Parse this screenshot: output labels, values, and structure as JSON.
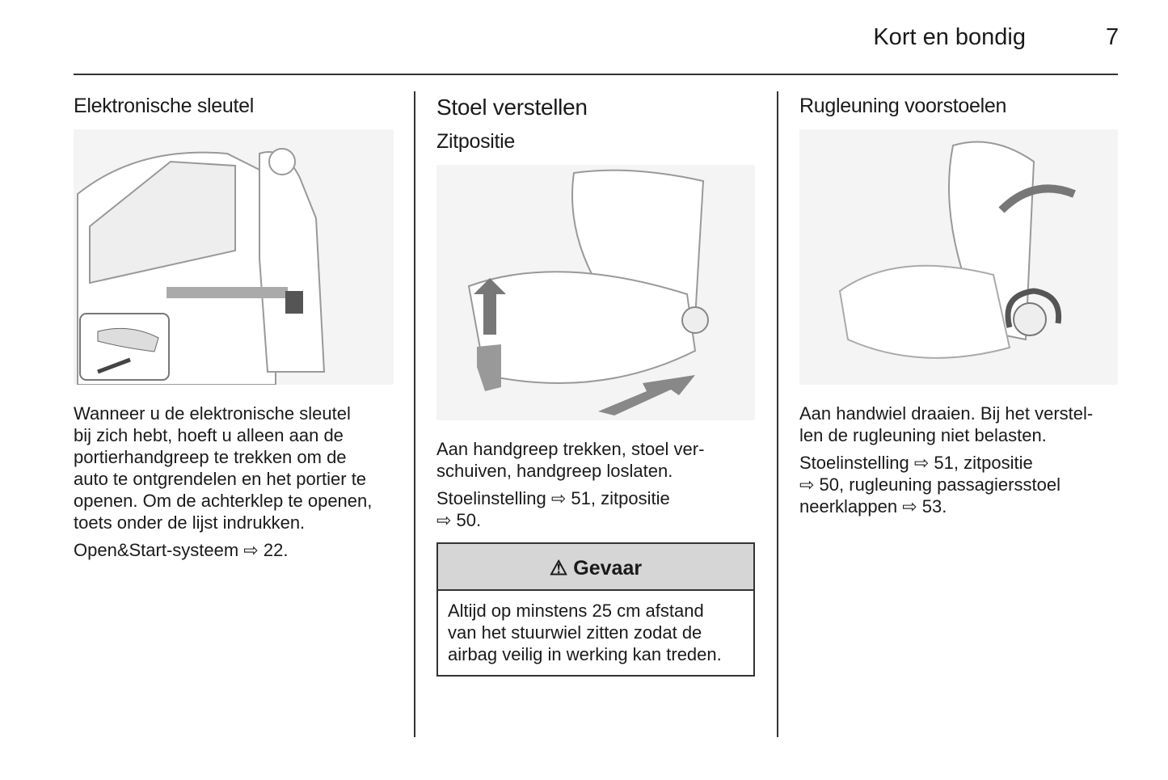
{
  "header": {
    "title": "Kort en bondig",
    "page_number": "7"
  },
  "columns": [
    {
      "heading": "Elektronische sleutel",
      "paragraphs": [
        [
          "Wanneer u de elektronische sleutel",
          "bij zich hebt, hoeft u alleen aan de",
          "portierhandgreep te trekken om de",
          "auto te ontgrendelen en het portier te",
          "openen. Om de achterklep te openen,",
          "toets onder de lijst indrukken."
        ],
        [
          "Open&Start-systeem ⇨ 22."
        ]
      ]
    },
    {
      "heading": "Stoel verstellen",
      "subheading": "Zitpositie",
      "paragraphs": [
        [
          "Aan handgreep trekken, stoel ver-",
          "schuiven, handgreep loslaten."
        ],
        [
          "Stoelinstelling ⇨ 51, zitpositie",
          "⇨ 50."
        ]
      ],
      "warning": {
        "icon": "warning-triangle-icon",
        "symbol": "⚠",
        "title": "Gevaar",
        "lines": [
          "Altijd op minstens 25 cm afstand",
          "van het stuurwiel zitten zodat de",
          "airbag veilig in werking kan treden."
        ]
      }
    },
    {
      "heading": "Rugleuning voorstoelen",
      "paragraphs": [
        [
          "Aan handwiel draaien. Bij het verstel-",
          "len de rugleuning niet belasten."
        ],
        [
          "Stoelinstelling ⇨ 51, zitpositie",
          "⇨ 50, rugleuning passagiersstoel",
          "neerklappen ⇨ 53."
        ]
      ]
    }
  ]
}
